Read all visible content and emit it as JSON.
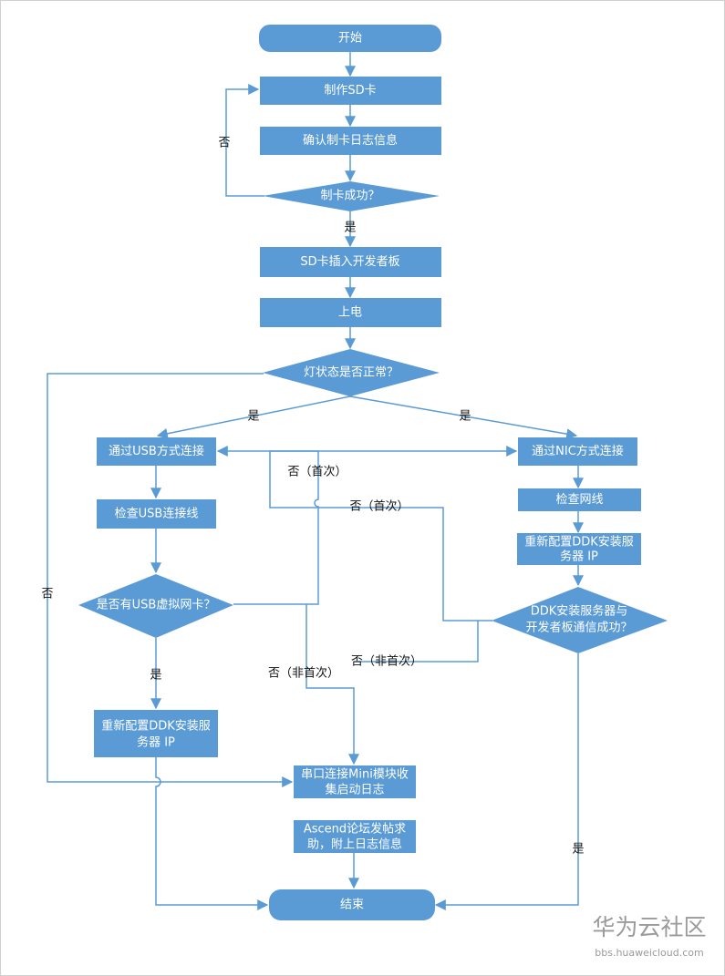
{
  "colors": {
    "node_fill": "#5b9bd5",
    "line": "#5b9bd5",
    "node_text": "#ffffff",
    "label_text": "#111111",
    "watermark": "#9a9a9a"
  },
  "nodes": {
    "start": "开始",
    "make_sd": "制作SD卡",
    "check_log": "确认制卡日志信息",
    "make_ok": "制卡成功？",
    "insert_sd": "SD卡插入开发者板",
    "power_on": "上电",
    "light_ok": "灯状态是否正常？",
    "usb_connect": "通过USB方式连接",
    "nic_connect": "通过NIC方式连接",
    "check_usb_cable": "检查USB连接线",
    "check_net_cable": "检查网线",
    "reconfig_right_l1": "重新配置DDK安装服",
    "reconfig_right_l2": "务器 IP",
    "has_virtual_nic": "是否有USB虚拟网卡？",
    "ddk_comm_l1": "DDK安装服务器与",
    "ddk_comm_l2": "开发者板通信成功？",
    "reconfig_left_l1": "重新配置DDK安装服",
    "reconfig_left_l2": "务器 IP",
    "serial_l1": "串口连接Mini模块收",
    "serial_l2": "集启动日志",
    "forum_l1": "Ascend论坛发帖求",
    "forum_l2": "助，附上日志信息",
    "end": "结束"
  },
  "labels": {
    "no_make": "否",
    "yes_make": "是",
    "yes_usb": "是",
    "yes_nic": "是",
    "no_light": "否",
    "no_first_left": "否（首次）",
    "no_first_right": "否（首次）",
    "yes_virtual": "是",
    "no_notfirst_left": "否（非首次）",
    "no_notfirst_right": "否（非首次）",
    "yes_comm": "是"
  },
  "watermark": {
    "brand": "华为云社区",
    "url": "bbs.huaweicloud.com"
  }
}
